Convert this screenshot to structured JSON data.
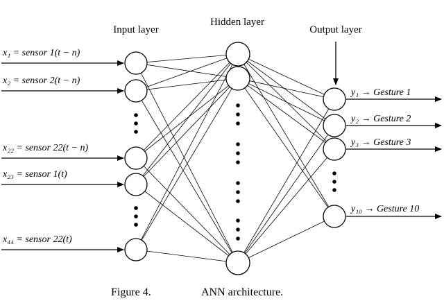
{
  "diagram": {
    "layer_labels": {
      "input": "Input layer",
      "hidden": "Hidden layer",
      "output": "Output layer"
    },
    "inputs": [
      "x₁ = sensor 1(t − n)",
      "x₂ = sensor 2(t − n)",
      "x₂₂ = sensor 22(t − n)",
      "x₂₃ = sensor 1(t)",
      "x₄₄ = sensor 22(t)"
    ],
    "outputs": [
      "y₁ → Gesture 1",
      "y₂ → Gesture 2",
      "y₃ → Gesture 3",
      "y₁₀ → Gesture 10"
    ],
    "caption_number": "Figure 4.",
    "caption_text": "ANN architecture."
  }
}
